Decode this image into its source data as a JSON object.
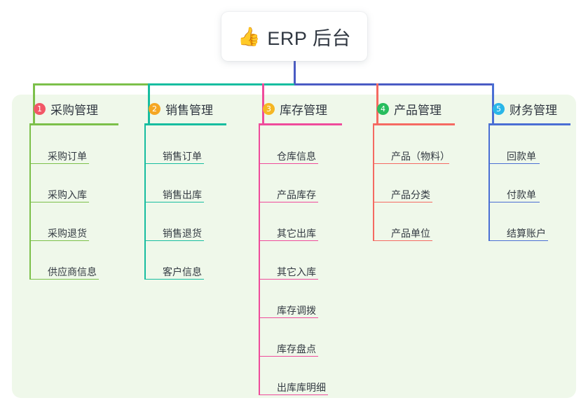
{
  "root": {
    "icon": "thumbs-up-icon",
    "icon_glyph": "👍",
    "title": "ERP 后台"
  },
  "panel": {
    "background_color": "#eff8ea"
  },
  "connectors": {
    "stem_color": "#4a5bc4",
    "bus_segments": [
      {
        "color": "#7cc04a"
      },
      {
        "color": "#17bda0"
      },
      {
        "color": "#4a5bc4"
      }
    ]
  },
  "columns": [
    {
      "number": "1",
      "title": "采购管理",
      "badge_color": "#f25767",
      "line_color": "#7cc04a",
      "rule_width": 127,
      "items": [
        {
          "label": "采购订单",
          "rule_width": 85
        },
        {
          "label": "采购入库",
          "rule_width": 85
        },
        {
          "label": "采购退货",
          "rule_width": 85
        },
        {
          "label": "供应商信息",
          "rule_width": 99
        }
      ]
    },
    {
      "number": "2",
      "title": "销售管理",
      "badge_color": "#f5a623",
      "line_color": "#17bda0",
      "rule_width": 117,
      "items": [
        {
          "label": "销售订单",
          "rule_width": 85
        },
        {
          "label": "销售出库",
          "rule_width": 85
        },
        {
          "label": "销售退货",
          "rule_width": 85
        },
        {
          "label": "客户信息",
          "rule_width": 85
        }
      ]
    },
    {
      "number": "3",
      "title": "库存管理",
      "badge_color": "#f5b623",
      "line_color": "#ef4b9b",
      "rule_width": 119,
      "items": [
        {
          "label": "仓库信息",
          "rule_width": 85
        },
        {
          "label": "产品库存",
          "rule_width": 85
        },
        {
          "label": "其它出库",
          "rule_width": 85
        },
        {
          "label": "其它入库",
          "rule_width": 85
        },
        {
          "label": "库存调拨",
          "rule_width": 85
        },
        {
          "label": "库存盘点",
          "rule_width": 85
        },
        {
          "label": "出库库明细",
          "rule_width": 99
        }
      ]
    },
    {
      "number": "4",
      "title": "产品管理",
      "badge_color": "#27bd5e",
      "line_color": "#f56a62",
      "rule_width": 117,
      "items": [
        {
          "label": "产品（物料）",
          "rule_width": 109
        },
        {
          "label": "产品分类",
          "rule_width": 85
        },
        {
          "label": "产品单位",
          "rule_width": 85
        }
      ]
    },
    {
      "number": "5",
      "title": "财务管理",
      "badge_color": "#29b6e8",
      "line_color": "#4a6fd4",
      "rule_width": 117,
      "items": [
        {
          "label": "回款单",
          "rule_width": 73
        },
        {
          "label": "付款单",
          "rule_width": 73
        },
        {
          "label": "结算账户",
          "rule_width": 85
        }
      ]
    }
  ]
}
